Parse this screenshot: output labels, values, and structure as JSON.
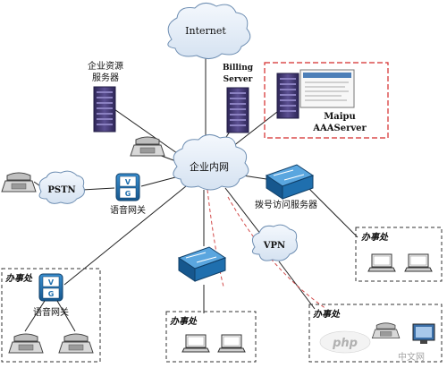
{
  "nodes": {
    "internet": "Internet",
    "intranet": "企业内网",
    "pstn": "PSTN",
    "vpn": "VPN",
    "resource_server": [
      "企业资源",
      "服务器"
    ],
    "billing_server": [
      "Billing",
      "Server"
    ],
    "aaa_server": [
      "Maipu",
      "AAAServer"
    ],
    "dial_access_server": "拨号访问服务器",
    "voice_gateway_top": "语音网关",
    "voice_gateway_bottom": "语音网关",
    "office_right": "办事处",
    "office_left": "办事处",
    "office_center": "办事处",
    "office_bottom_right": "办事处",
    "vg_letters": [
      "V",
      "G"
    ]
  },
  "watermark": {
    "php": "php",
    "cn": "中文网"
  },
  "colors": {
    "cloud_fill": "#e6eef8",
    "cloud_stroke": "#6f8fb3",
    "switch_blue": "#1f6fae",
    "vpn_red": "#d24a4a",
    "aaa_border": "#d42a2a",
    "server_purple": "#4a3f7a"
  }
}
